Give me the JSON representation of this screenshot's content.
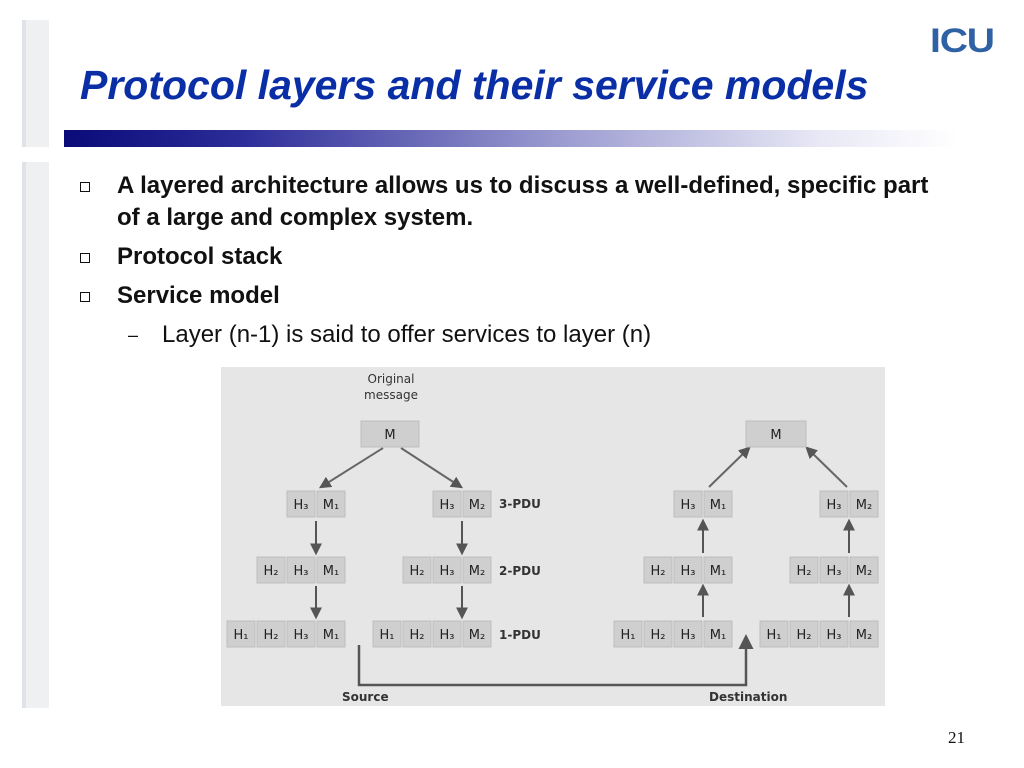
{
  "logo": "ICU",
  "title": "Protocol layers and their service models",
  "bullets": [
    "A layered architecture allows us to discuss a well-defined, specific part of a large and complex system.",
    "Protocol stack",
    "Service model"
  ],
  "sub_bullet": "Layer (n-1) is said to offer services to layer (n)",
  "figure": {
    "original_label_line1": "Original",
    "original_label_line2": "message",
    "message": "M",
    "pdu3": "3-PDU",
    "pdu2": "2-PDU",
    "pdu1": "1-PDU",
    "source": "Source",
    "destination": "Destination"
  },
  "page_number": "21"
}
